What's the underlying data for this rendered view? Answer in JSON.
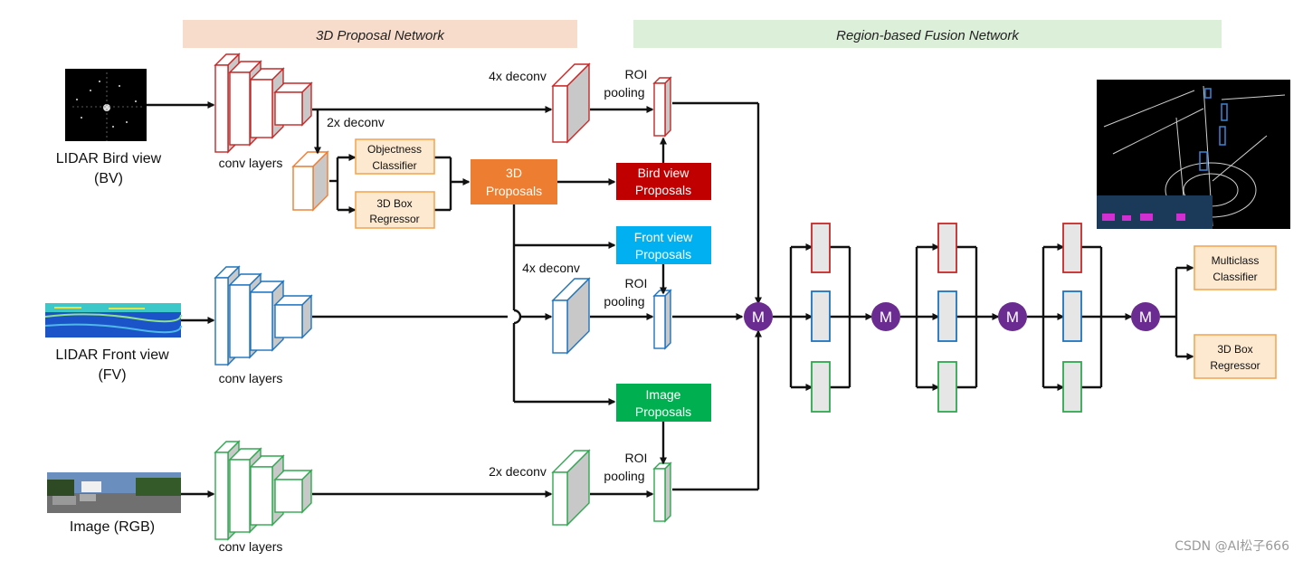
{
  "headers": {
    "proposal_network": "3D Proposal Network",
    "fusion_network": "Region-based Fusion Network"
  },
  "inputs": {
    "bv_label_1": "LIDAR Bird view",
    "bv_label_2": "(BV)",
    "fv_label_1": "LIDAR Front view",
    "fv_label_2": "(FV)",
    "rgb_label": "Image (RGB)"
  },
  "labels": {
    "conv_layers": "conv layers",
    "deconv_4x": "4x deconv",
    "deconv_2x": "2x deconv",
    "roi_1": "ROI",
    "roi_2": "pooling",
    "merge": "M"
  },
  "boxes": {
    "objectness_1": "Objectness",
    "objectness_2": "Classifier",
    "box_reg_1": "3D Box",
    "box_reg_2": "Regressor",
    "proposals_1": "3D",
    "proposals_2": "Proposals",
    "bird_1": "Bird view",
    "bird_2": "Proposals",
    "front_1": "Front view",
    "front_2": "Proposals",
    "image_1": "Image",
    "image_2": "Proposals",
    "multiclass_1": "Multiclass",
    "multiclass_2": "Classifier",
    "out_reg_1": "3D Box",
    "out_reg_2": "Regressor"
  },
  "watermark": "CSDN @AI松子666",
  "colors": {
    "bv": "#c62828",
    "fv": "#1e73be",
    "rgb": "#2fa84f",
    "merge": "#6b2c91",
    "orange": "#ed7d31",
    "bird_box": "#c00000",
    "front_box": "#00b0f0",
    "image_box": "#00b050",
    "proposal_header": "#f8dccb",
    "fusion_header": "#dcefd8",
    "light_box": "#fde9d0",
    "light_box_border": "#f4a24a"
  }
}
